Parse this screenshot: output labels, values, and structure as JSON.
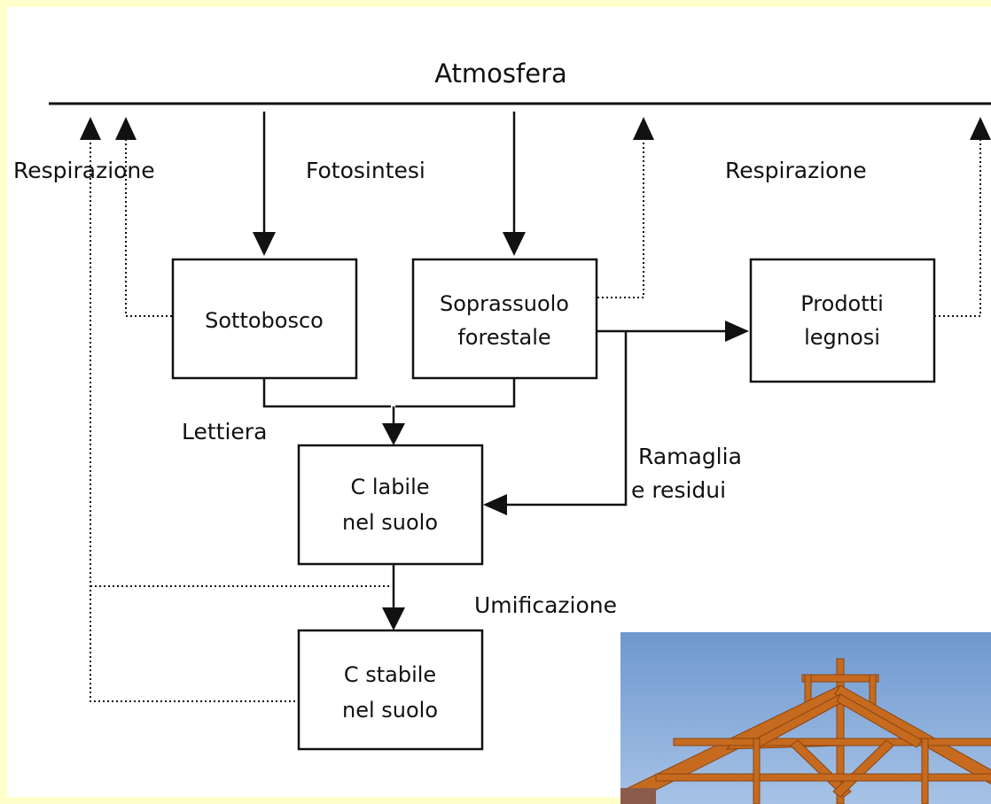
{
  "diagram": {
    "atmosphere_label": "Atmosfera",
    "labels": {
      "respiration_left": "Respirazione",
      "photosynthesis": "Fotosintesi",
      "respiration_right": "Respirazione",
      "litter": "Lettiera",
      "branches_line1": "Ramaglia",
      "branches_line2": "e residui",
      "humification": "Umificazione"
    },
    "boxes": {
      "understory": {
        "line1": "Sottobosco"
      },
      "overstory": {
        "line1": "Soprassuolo",
        "line2": "forestale"
      },
      "wood_products": {
        "line1": "Prodotti",
        "line2": "legnosi"
      },
      "labile_soil_c": {
        "line1": "C labile",
        "line2": "nel suolo"
      },
      "stable_soil_c": {
        "line1": "C stabile",
        "line2": "nel suolo"
      }
    }
  },
  "colors": {
    "background": "#ffffcc",
    "diagram_bg": "#ffffff",
    "line": "#111111",
    "photo_sky": "#7fa6d6"
  },
  "photo": {
    "subject": "wooden roof truss frame"
  }
}
